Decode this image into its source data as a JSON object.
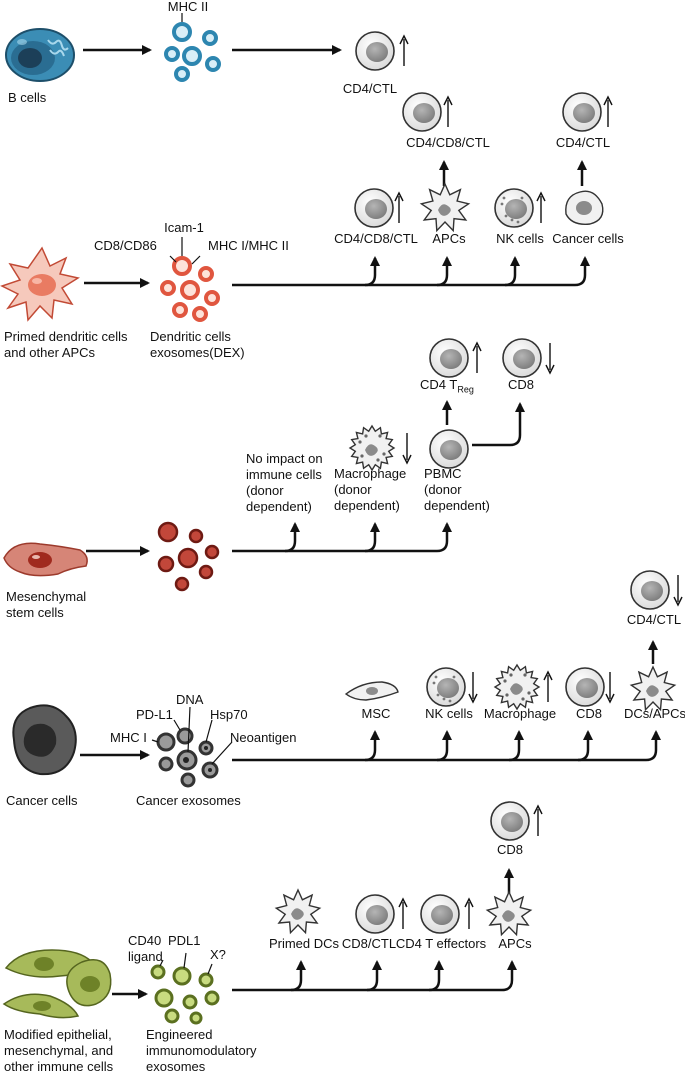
{
  "sections": {
    "b_cells": {
      "source_label": "B cells",
      "marker": "MHC II",
      "target": "CD4/CTL",
      "target_trend": "up"
    },
    "dendritic": {
      "source_label": "Primed dendritic cells\nand other APCs",
      "exosome_label": "Dendritic cells\nexosomes(DEX)",
      "markers": [
        "CD8/CD86",
        "Icam-1",
        "MHC I/MHC II"
      ],
      "targets": [
        {
          "label": "CD4/CD8/CTL",
          "trend": "up"
        },
        {
          "label": "APCs",
          "trend": ""
        },
        {
          "label": "NK cells",
          "trend": "up"
        },
        {
          "label": "Cancer cells",
          "trend": ""
        }
      ],
      "secondary": [
        {
          "label": "CD4/CD8/CTL",
          "trend": "up"
        },
        {
          "label": "CD4/CTL",
          "trend": "up"
        }
      ]
    },
    "msc": {
      "source_label": "Mesenchymal\nstem cells",
      "targets": [
        {
          "label": "No impact on\nimmune cells\n(donor\ndependent)"
        },
        {
          "label": "Macrophage\n(donor\ndependent)",
          "trend": "down"
        },
        {
          "label": "PBMC\n(donor\ndependent)"
        }
      ],
      "treg_main": "CD4 T",
      "treg_sub": "Reg",
      "treg_trend": "up",
      "cd8_label": "CD8",
      "cd8_trend": "down"
    },
    "cancer": {
      "source_label": "Cancer cells",
      "exosome_label": "Cancer exosomes",
      "markers": [
        "MHC I",
        "PD-L1",
        "DNA",
        "Hsp70",
        "Neoantigen"
      ],
      "targets": [
        {
          "label": "MSC"
        },
        {
          "label": "NK cells",
          "trend": "down"
        },
        {
          "label": "Macrophage",
          "trend": "up"
        },
        {
          "label": "CD8",
          "trend": "down"
        },
        {
          "label": "DCs/APCs"
        }
      ],
      "secondary": {
        "label": "CD4/CTL",
        "trend": "down"
      }
    },
    "engineered": {
      "source_label": "Modified epithelial,\nmesenchymal, and\nother immune cells",
      "exosome_label": "Engineered\nimmunomodulatory\nexosomes",
      "markers": [
        "CD40\nligand",
        "PDL1",
        "X?"
      ],
      "targets": [
        {
          "label": "Primed DCs"
        },
        {
          "label": "CD8/CTL",
          "trend": "up"
        },
        {
          "label": "CD4 T effectors",
          "trend": "up"
        },
        {
          "label": "APCs"
        }
      ],
      "secondary": {
        "label": "CD8",
        "trend": "up"
      }
    }
  }
}
